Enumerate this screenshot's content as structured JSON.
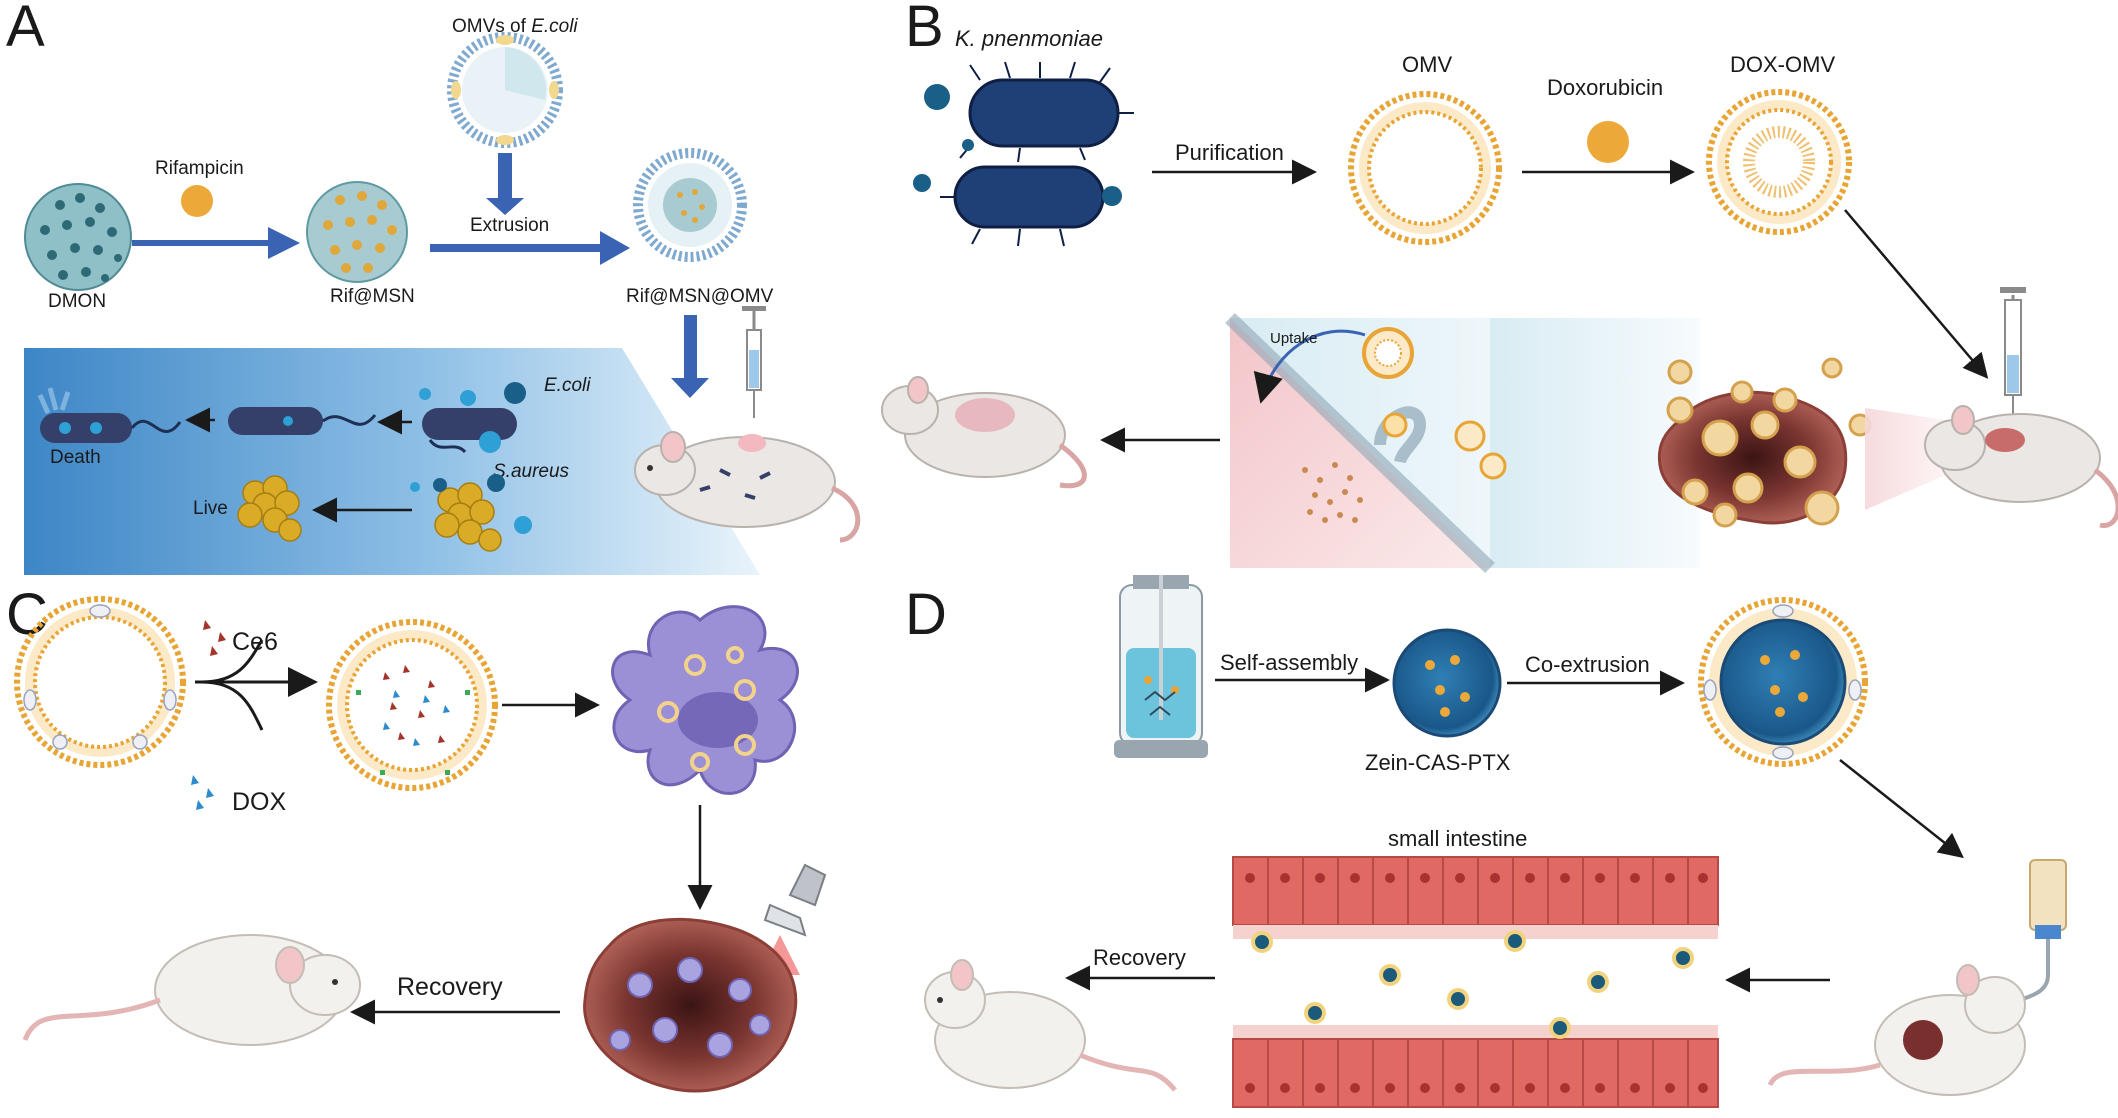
{
  "colors": {
    "vesicle_orange": "#e8a535",
    "bacteria_navy": "#1f3f77",
    "panel_a_blue_bg": "#4a90c9",
    "tumor_red": "#9a4a3e",
    "cell_purple": "#9b8fd6",
    "intestine_red": "#e06a63",
    "arrow_blue": "#3a64b3"
  },
  "panels": {
    "A": {
      "letter": "A",
      "omv_source_prefix": "OMVs of ",
      "omv_source_species": "E.coli",
      "drug": "Rifampicin",
      "step_label": "Extrusion",
      "dmon": "DMON",
      "rif_msn": "Rif@MSN",
      "rif_msn_omv": "Rif@MSN@OMV",
      "ecoli": "E.coli",
      "saureus": "S.aureus",
      "death": "Death",
      "live": "Live"
    },
    "B": {
      "letter": "B",
      "species": "K. pnenmoniae",
      "purification": "Purification",
      "omv": "OMV",
      "drug": "Doxorubicin",
      "dox_omv": "DOX-OMV",
      "uptake": "Uptake"
    },
    "C": {
      "letter": "C",
      "ce6": "Ce6",
      "dox": "DOX",
      "recovery": "Recovery"
    },
    "D": {
      "letter": "D",
      "self_assembly": "Self-assembly",
      "co_extrusion": "Co-extrusion",
      "nanoparticle": "Zein-CAS-PTX",
      "small_intestine": "small intestine",
      "recovery": "Recovery"
    }
  }
}
